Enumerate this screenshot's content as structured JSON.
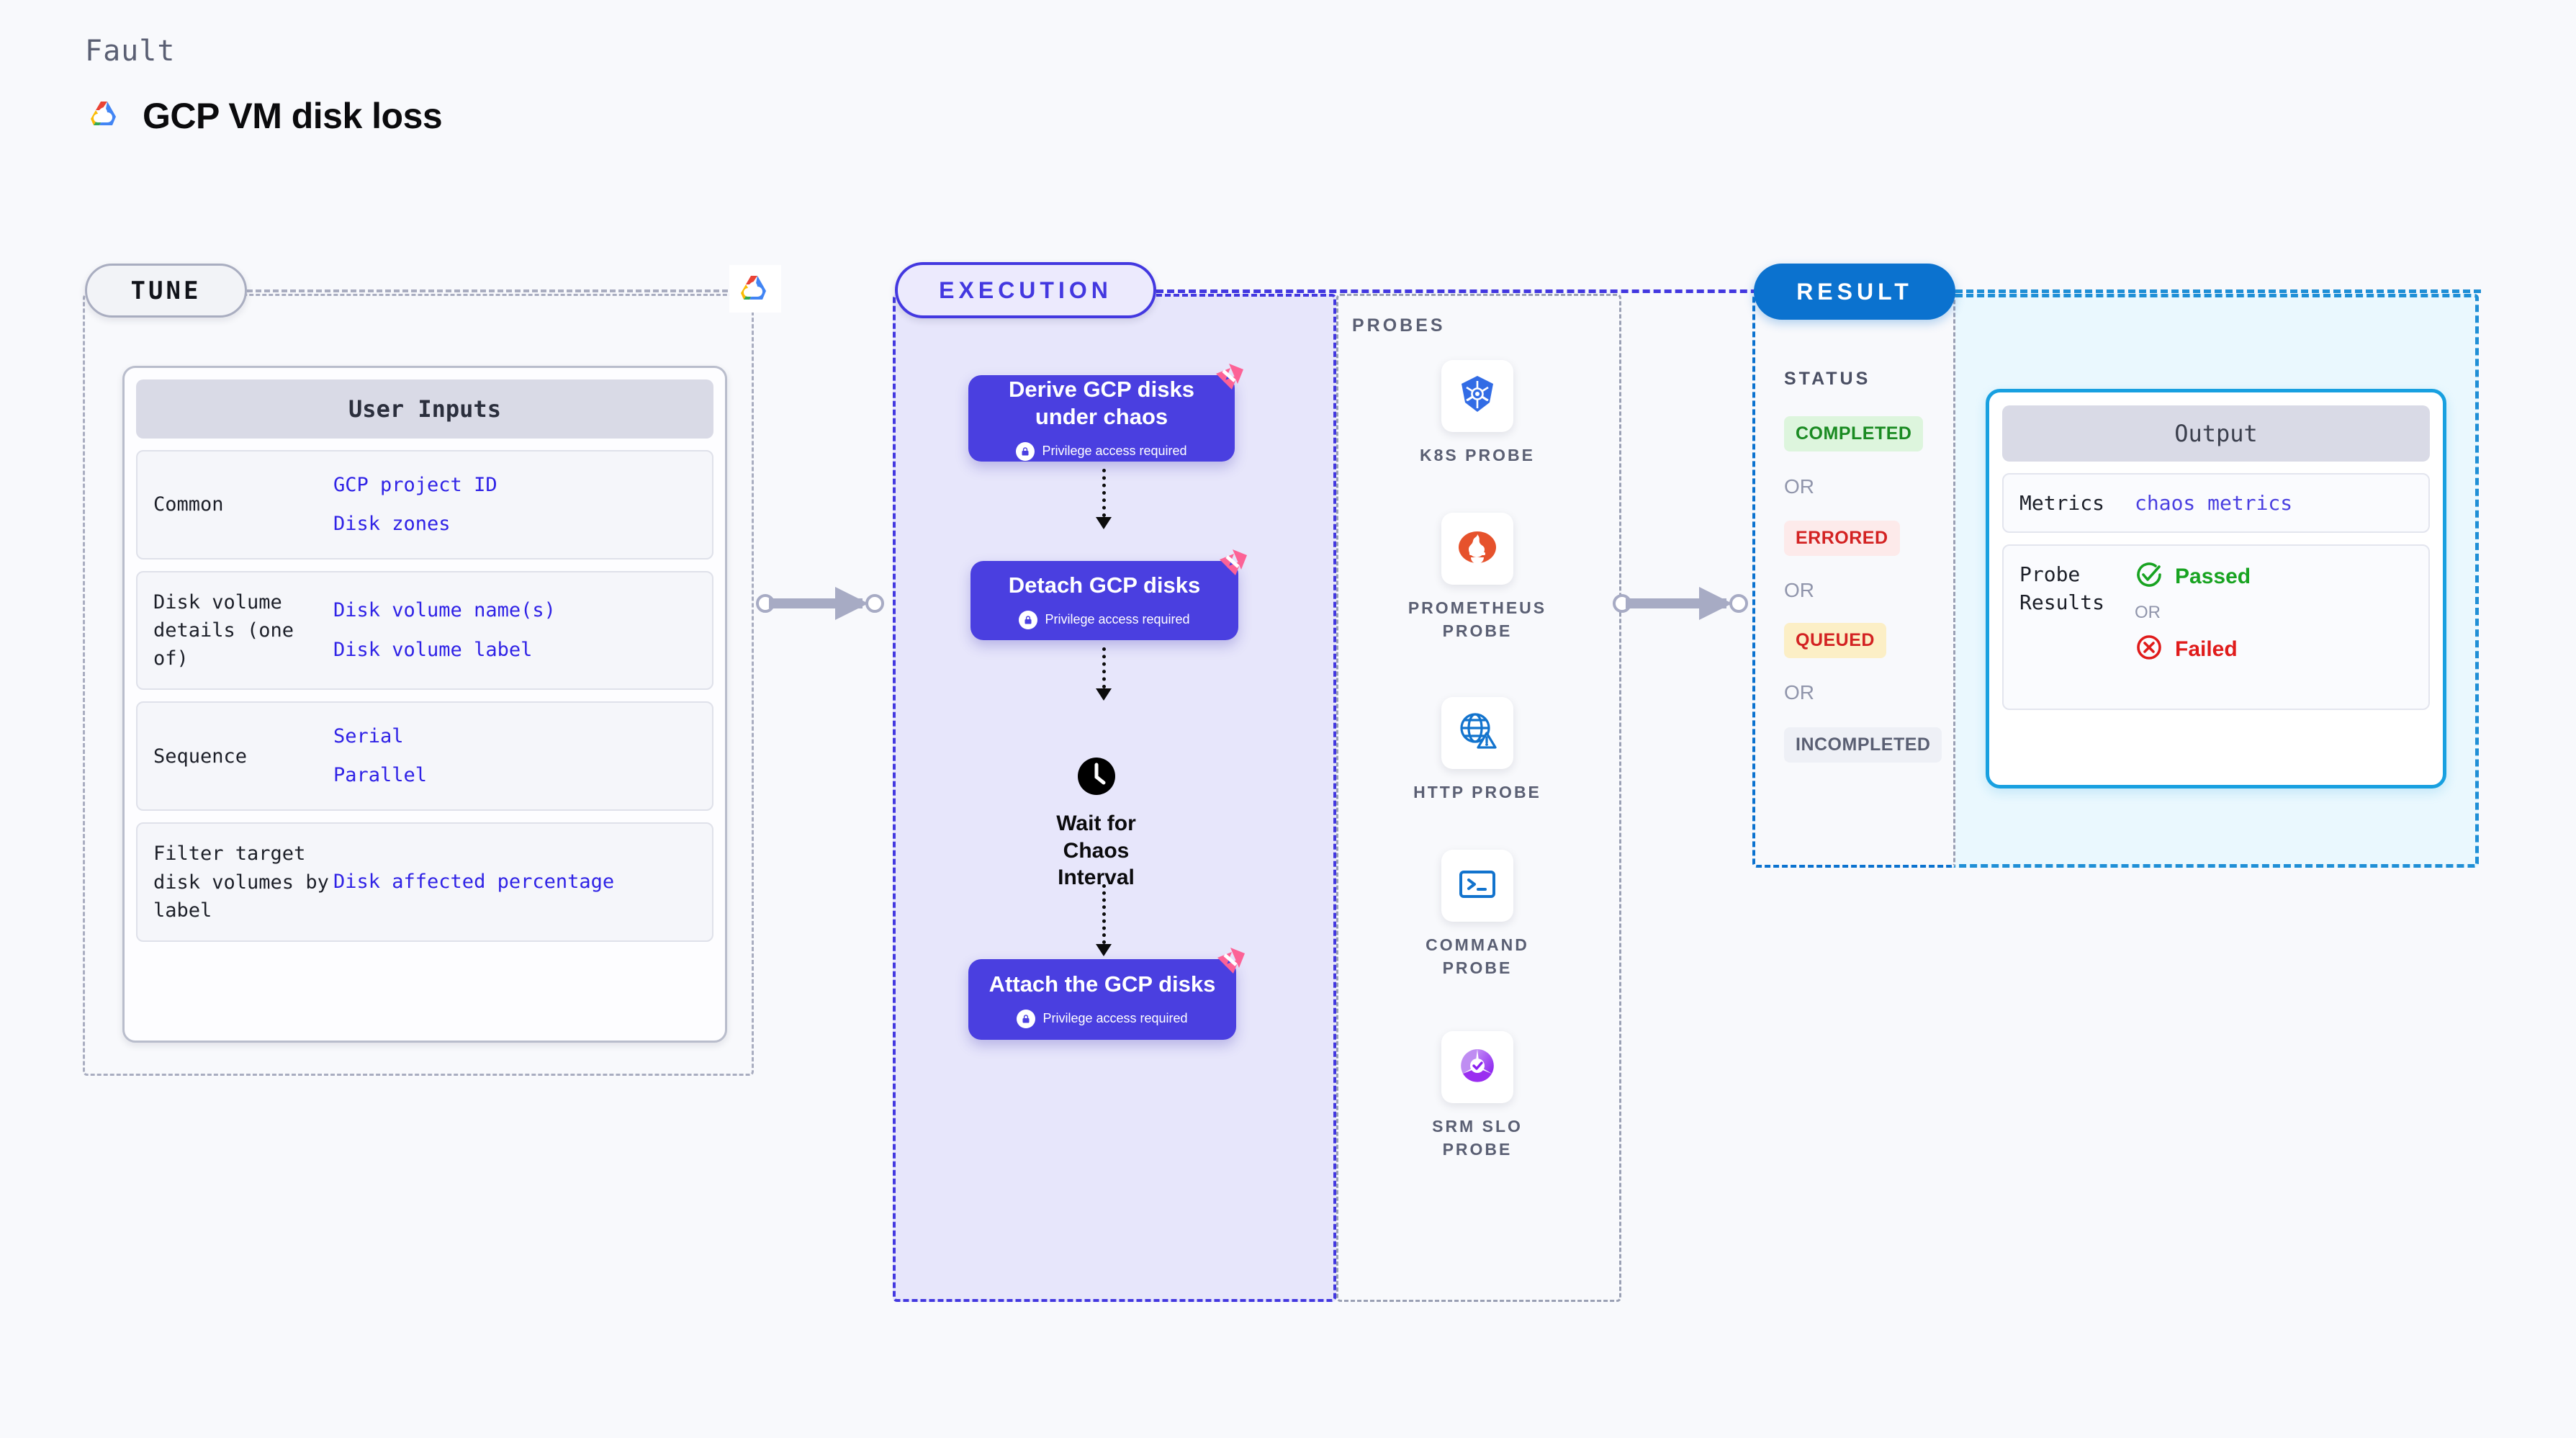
{
  "header": {
    "kicker": "Fault",
    "title": "GCP VM disk loss",
    "logo_icon": "gcp-logo-icon"
  },
  "tune": {
    "badge": "TUNE",
    "cloud_icon": "gcp-logo-icon",
    "user_inputs": {
      "title": "User Inputs",
      "rows": [
        {
          "key": "Common",
          "values": [
            "GCP project ID",
            "Disk zones"
          ]
        },
        {
          "key": "Disk volume details (one of)",
          "values": [
            "Disk volume name(s)",
            "Disk volume label"
          ]
        },
        {
          "key": "Sequence",
          "values": [
            "Serial",
            "Parallel"
          ]
        },
        {
          "key": "Filter target disk volumes by label",
          "values": [
            "Disk affected percentage"
          ]
        }
      ]
    }
  },
  "execution": {
    "badge": "EXECUTION",
    "privilege_text": "Privilege access required",
    "steps": [
      {
        "title": "Derive GCP disks under chaos",
        "privileged": true,
        "corner_icon": "litmus-chaos-icon"
      },
      {
        "title": "Detach GCP disks",
        "privileged": true,
        "corner_icon": "litmus-chaos-icon"
      },
      {
        "title": "Attach the GCP disks",
        "privileged": true,
        "corner_icon": "litmus-chaos-icon"
      }
    ],
    "wait_node": {
      "label": "Wait for Chaos Interval",
      "icon": "clock-icon"
    }
  },
  "probes": {
    "title": "PROBES",
    "items": [
      {
        "label": "K8S PROBE",
        "icon": "kubernetes-icon"
      },
      {
        "label": "PROMETHEUS PROBE",
        "icon": "prometheus-icon"
      },
      {
        "label": "HTTP PROBE",
        "icon": "http-globe-warning-icon"
      },
      {
        "label": "COMMAND PROBE",
        "icon": "terminal-icon"
      },
      {
        "label": "SRM SLO PROBE",
        "icon": "srm-slo-icon"
      }
    ]
  },
  "result": {
    "badge": "RESULT",
    "status": {
      "title": "STATUS",
      "or_label": "OR",
      "badges": [
        {
          "label": "COMPLETED",
          "bg": "#ddf5dd",
          "fg": "#1a8a22"
        },
        {
          "label": "ERRORED",
          "bg": "#fdeaea",
          "fg": "#d32222"
        },
        {
          "label": "QUEUED",
          "bg": "#fcefc6",
          "fg": "#d32222"
        },
        {
          "label": "INCOMPLETED",
          "bg": "#eef0f6",
          "fg": "#5a5f73"
        }
      ]
    },
    "output": {
      "title": "Output",
      "metrics_key": "Metrics",
      "metrics_value": "chaos metrics",
      "probe_results_key": "Probe Results",
      "or_label": "OR",
      "passed_label": "Passed",
      "failed_label": "Failed",
      "passed_icon": "check-circle-icon",
      "failed_icon": "x-circle-icon",
      "passed_color": "#18a321",
      "failed_color": "#e01b1b"
    }
  },
  "connectors": [
    {
      "name": "tune-to-execution"
    },
    {
      "name": "execution-to-result"
    }
  ]
}
